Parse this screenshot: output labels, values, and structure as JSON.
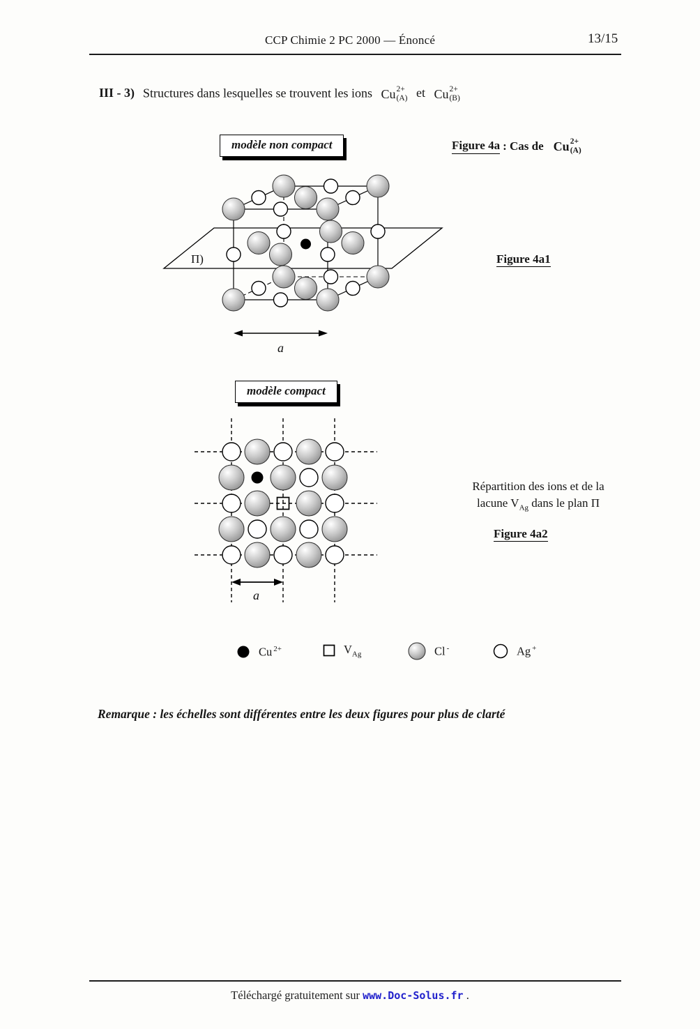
{
  "header": {
    "title": "CCP Chimie 2 PC 2000 — Énoncé",
    "page_number": "13/15"
  },
  "section": {
    "number": "III - 3)",
    "intro": "Structures dans lesquelles se trouvent les ions",
    "ion_a": {
      "symbol": "Cu",
      "charge": "2+",
      "site": "(A)"
    },
    "conjunction": "et",
    "ion_b": {
      "symbol": "Cu",
      "charge": "2+",
      "site": "(B)"
    }
  },
  "figure_4a": {
    "model_label": "modèle non compact",
    "caption_title": "Figure 4a",
    "caption_text": ": Cas de",
    "ion": {
      "symbol": "Cu",
      "charge": "2+",
      "site": "(A)"
    },
    "plane_label": "Π)",
    "sublabel": "Figure 4a1",
    "dim_label": "a"
  },
  "figure_4a2": {
    "model_label": "modèle compact",
    "desc_line1": "Répartition des ions et de la",
    "desc_line2_pre": "lacune V",
    "desc_line2_sub": "Ag",
    "desc_line2_post": " dans le plan Π",
    "sublabel": "Figure 4a2",
    "dim_label": "a"
  },
  "legend": {
    "cu": {
      "label": "Cu",
      "sup": "2+"
    },
    "v": {
      "label": "V",
      "sub": "Ag"
    },
    "cl": {
      "label": "Cl",
      "sup": "-"
    },
    "ag": {
      "label": "Ag",
      "sup": "+"
    }
  },
  "remark": "Remarque : les échelles sont différentes entre les deux figures pour plus de clarté",
  "footer": {
    "prefix": "Téléchargé gratuitement sur",
    "link": "www.Doc-Solus.fr",
    "suffix": "."
  },
  "colors": {
    "link": "#2222cc",
    "sphere_gray": "#9a9a9a",
    "ink": "#161616"
  }
}
